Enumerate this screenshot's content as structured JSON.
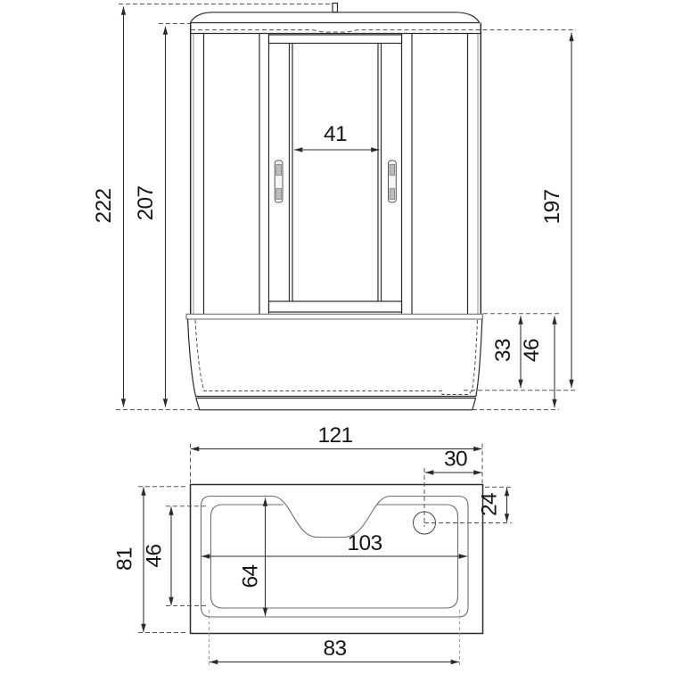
{
  "drawing": {
    "type": "shower-cabin-dimension-drawing",
    "front_view": {
      "total_height": "222",
      "cabin_height": "207",
      "glass_section_height": "197",
      "door_opening_width": "41",
      "tray_basin_depth": "33",
      "tray_height": "46"
    },
    "top_view": {
      "outer_width": "121",
      "outer_depth": "81",
      "drain_offset_from_right": "30",
      "drain_offset_from_back": "24",
      "basin_left_depth": "46",
      "basin_width": "103",
      "basin_depth": "64",
      "basin_bottom_width": "83"
    },
    "colors": {
      "line": "#2b2b2b",
      "light_line": "#8c8c8c",
      "background": "#ffffff"
    }
  }
}
